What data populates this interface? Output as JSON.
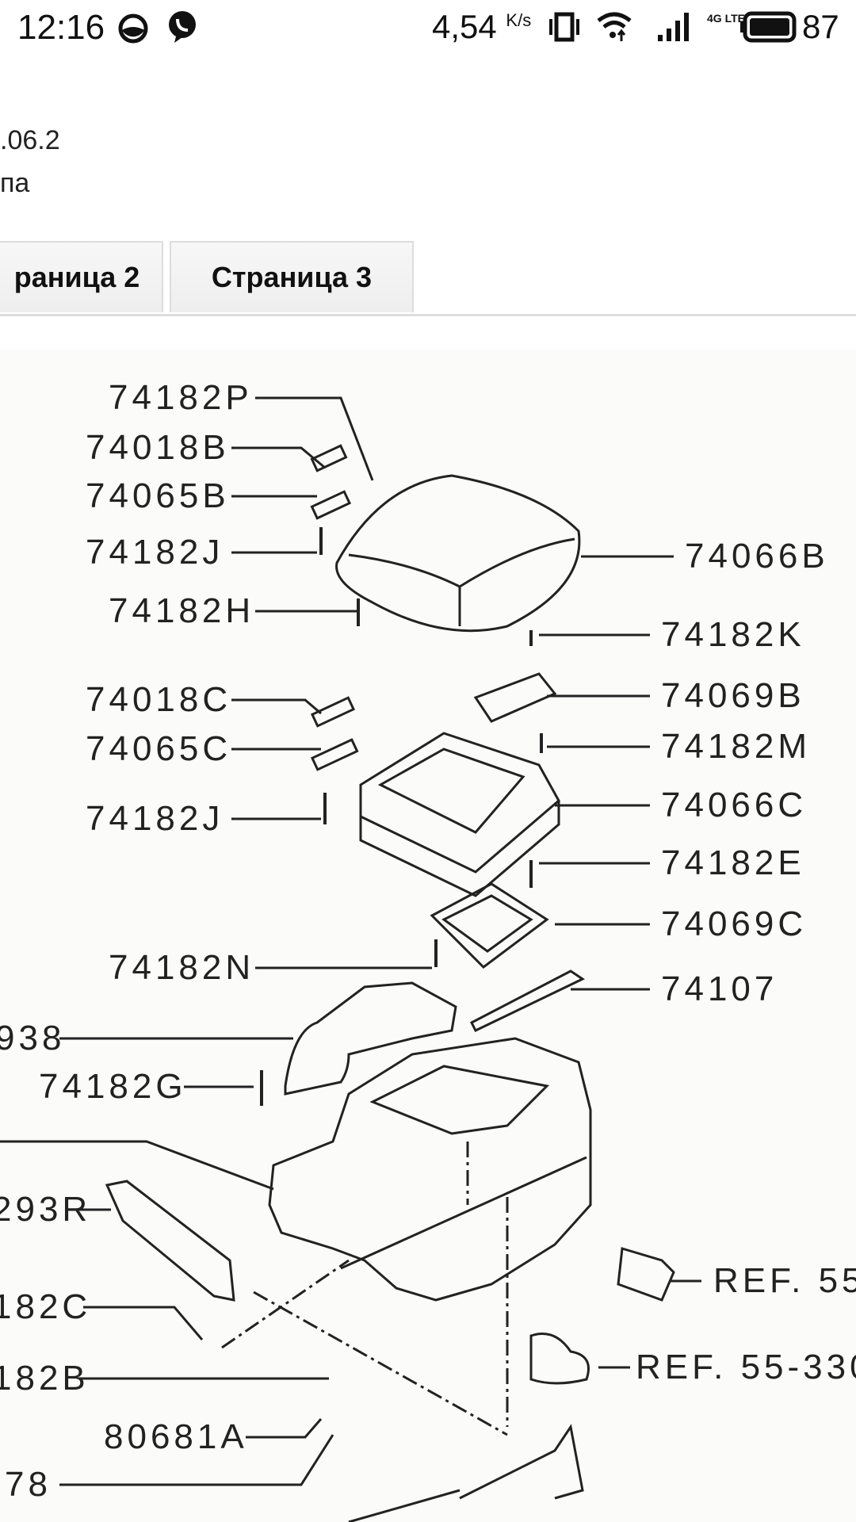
{
  "status_bar": {
    "time": "12:16",
    "speed": "4,54",
    "speed_unit": "K/s",
    "network": "4G LTE",
    "battery": "87"
  },
  "page": {
    "snippet_line1": ".06.2",
    "snippet_line2": "па"
  },
  "tabs": [
    {
      "label": "раница 2"
    },
    {
      "label": "Страница 3"
    }
  ],
  "diagram": {
    "labels": [
      "74182P",
      "74018B",
      "74065B",
      "74182J",
      "74182H",
      "74066B",
      "74182K",
      "74069B",
      "74182M",
      "74018C",
      "74065C",
      "74182J",
      "74066C",
      "74182E",
      "74069C",
      "74182N",
      "74107",
      "938",
      "74182G",
      "293R",
      "182C",
      "REF. 55-",
      "REF. 55-330",
      "182B",
      "80681A",
      "78"
    ]
  }
}
